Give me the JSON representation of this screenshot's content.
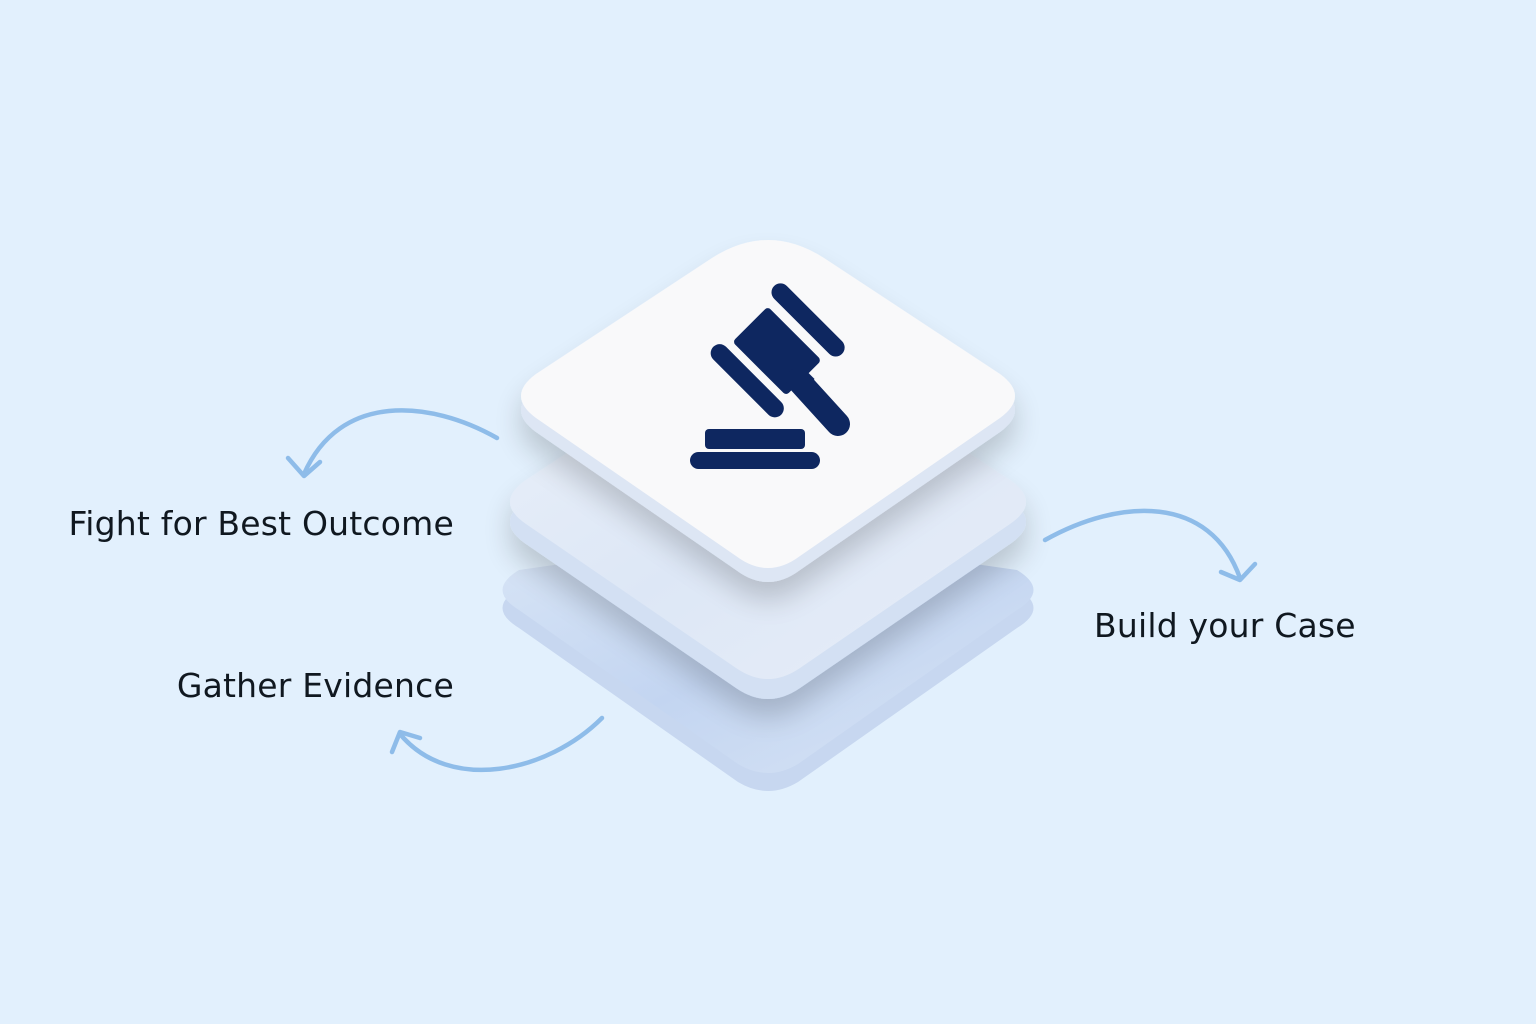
{
  "steps": {
    "fight": "Fight for Best Outcome",
    "gather": "Gather Evidence",
    "build": "Build your Case"
  },
  "icon": "gavel-icon",
  "colors": {
    "background": "#e2f0fd",
    "top_tile": "#f9f9fa",
    "middle_tile": "#e3ecf8",
    "bottom_tile": "#cfddf3",
    "icon": "#0e2760",
    "arrow": "#8ebce9",
    "text": "#101820"
  }
}
